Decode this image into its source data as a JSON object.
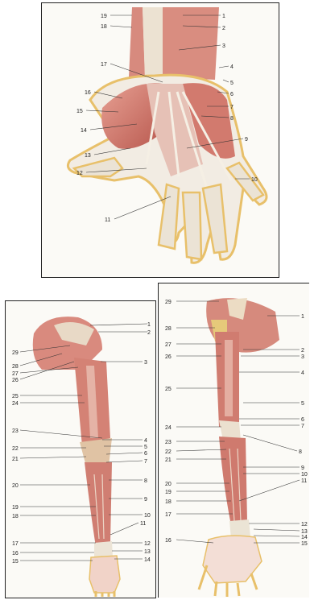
{
  "hand": {
    "labels_right": [
      "1",
      "2",
      "3",
      "4",
      "5",
      "6",
      "7",
      "8",
      "9",
      "10"
    ],
    "labels_left": [
      "19",
      "18",
      "17",
      "16",
      "15",
      "14",
      "13",
      "12",
      "11"
    ]
  },
  "arm_front": {
    "labels_right": [
      "1",
      "2",
      "3",
      "4",
      "5",
      "6",
      "7",
      "8",
      "9",
      "10",
      "11",
      "12",
      "13",
      "14"
    ],
    "labels_left": [
      "29",
      "28",
      "27",
      "26",
      "25",
      "24",
      "23",
      "22",
      "21",
      "20",
      "19",
      "18",
      "17",
      "16",
      "15"
    ]
  },
  "arm_back": {
    "labels_right": [
      "1",
      "2",
      "3",
      "4",
      "5",
      "6",
      "7",
      "8",
      "9",
      "10",
      "11",
      "12",
      "13",
      "14",
      "15"
    ],
    "labels_left": [
      "29",
      "28",
      "27",
      "26",
      "25",
      "24",
      "23",
      "22",
      "21",
      "20",
      "19",
      "18",
      "17",
      "16"
    ]
  },
  "colors": {
    "muscle": "#d9867a",
    "muscle_dark": "#b55a52",
    "tendon": "#efe6d8",
    "skin_outline": "#e8c06a",
    "background": "#fbfaf6"
  }
}
